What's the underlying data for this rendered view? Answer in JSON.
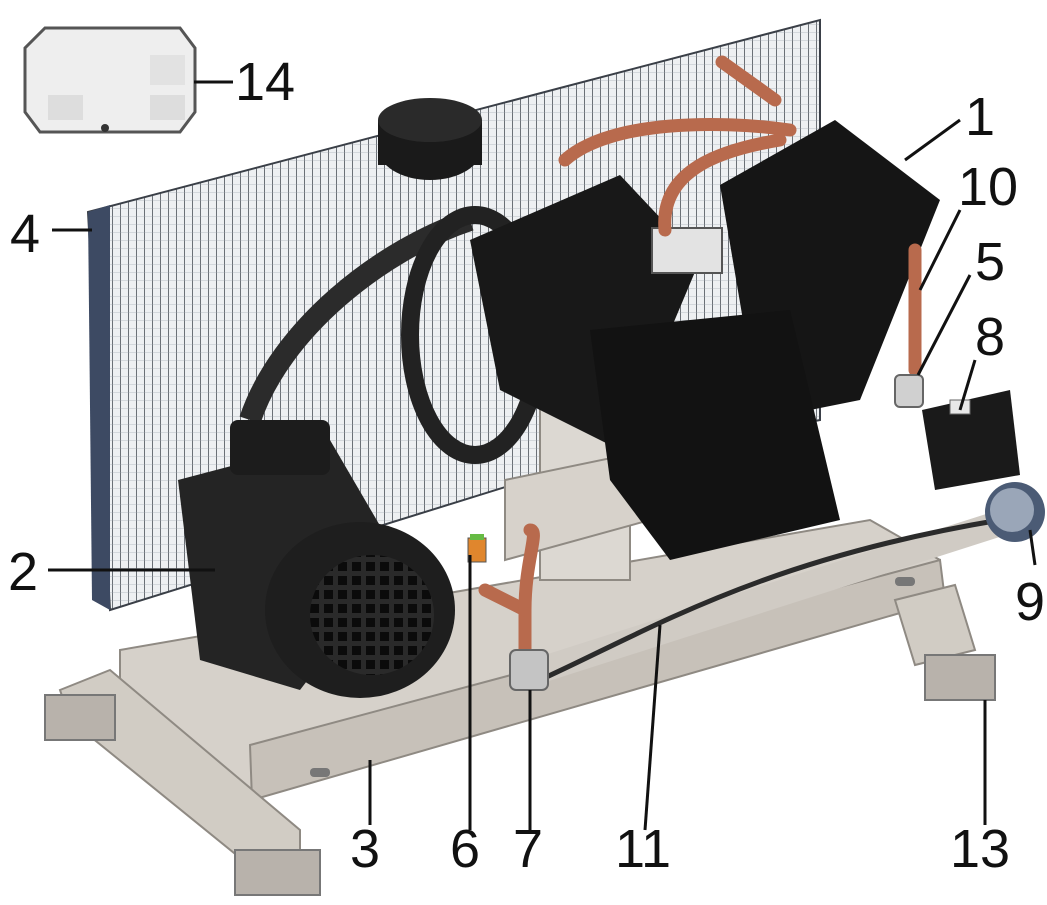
{
  "colors": {
    "background": "#ffffff",
    "frame": "#cfcac3",
    "frame_edge": "#8f8a83",
    "compressor_body": "#151515",
    "motor": "#242424",
    "copper_pipe": "#b86a4d",
    "radiator": "#e9ecef",
    "radiator_lines": "#4a4f57",
    "callout": "#111111"
  },
  "callouts": [
    {
      "id": "label-1",
      "text": "1"
    },
    {
      "id": "label-2",
      "text": "2"
    },
    {
      "id": "label-3",
      "text": "3"
    },
    {
      "id": "label-4",
      "text": "4"
    },
    {
      "id": "label-5",
      "text": "5"
    },
    {
      "id": "label-6",
      "text": "6"
    },
    {
      "id": "label-7",
      "text": "7"
    },
    {
      "id": "label-8",
      "text": "8"
    },
    {
      "id": "label-9",
      "text": "9"
    },
    {
      "id": "label-10",
      "text": "10"
    },
    {
      "id": "label-11",
      "text": "11"
    },
    {
      "id": "label-13",
      "text": "13"
    },
    {
      "id": "label-14",
      "text": "14"
    }
  ]
}
